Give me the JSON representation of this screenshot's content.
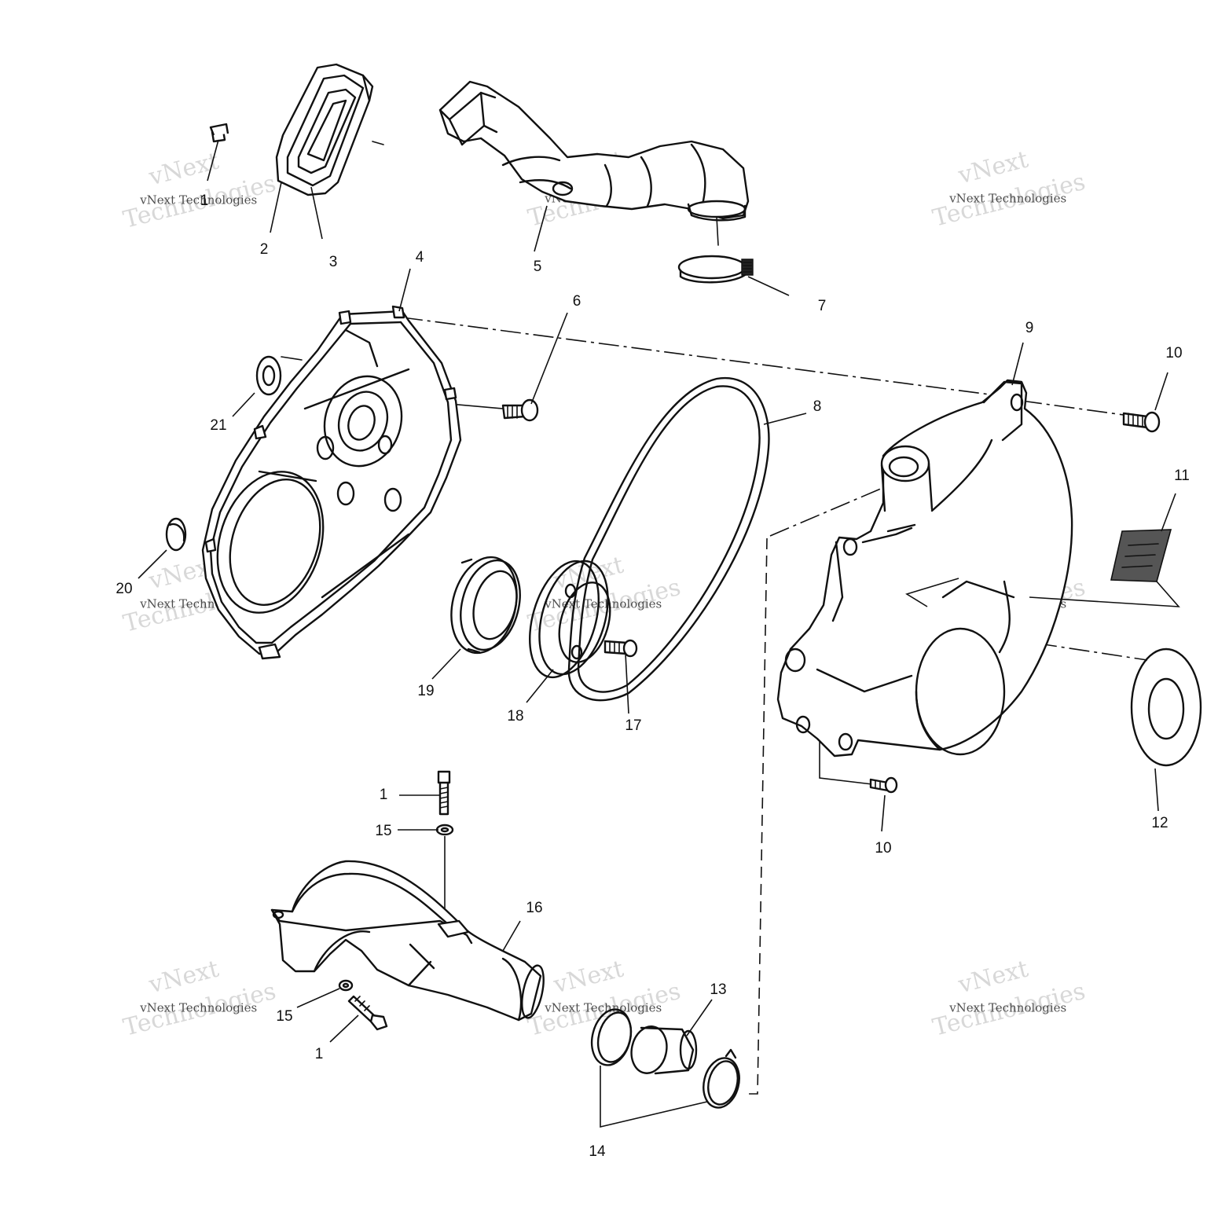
{
  "watermark": {
    "brand": "vNext",
    "line1": "vNext Technologies",
    "line2": "Technologies"
  },
  "callouts": {
    "c1a": "1",
    "c1b": "1",
    "c1c": "1",
    "c2": "2",
    "c3": "3",
    "c4": "4",
    "c5": "5",
    "c6": "6",
    "c7": "7",
    "c8": "8",
    "c9": "9",
    "c10a": "10",
    "c10b": "10",
    "c11": "11",
    "c12": "12",
    "c13": "13",
    "c14": "14",
    "c15a": "15",
    "c15b": "15",
    "c16": "16",
    "c17": "17",
    "c18": "18",
    "c19": "19",
    "c20": "20",
    "c21": "21"
  }
}
